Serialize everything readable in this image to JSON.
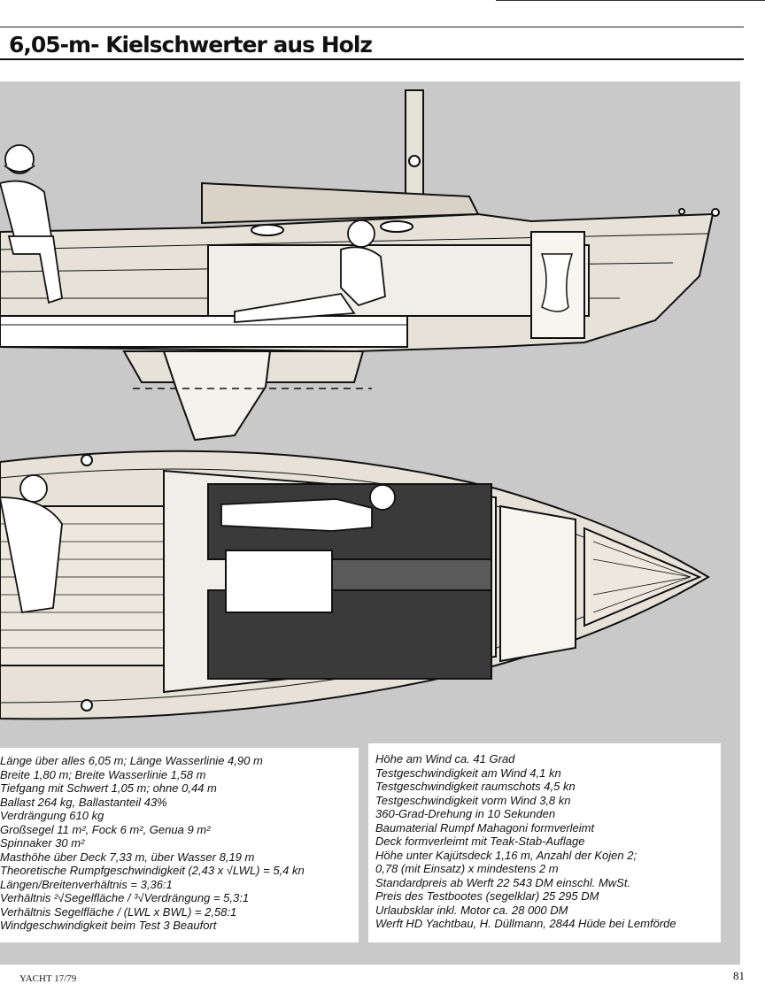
{
  "article": {
    "headline": "6,05-m- Kielschwerter aus Holz"
  },
  "specs_left": [
    "Länge über alles 6,05 m; Länge Wasserlinie 4,90 m",
    "Breite 1,80 m; Breite Wasserlinie 1,58 m",
    "Tiefgang mit Schwert 1,05 m; ohne 0,44 m",
    "Ballast 264 kg, Ballastanteil 43%",
    "Verdrängung 610 kg",
    "Großsegel 11 m², Fock 6 m², Genua 9 m²",
    "Spinnaker 30 m²",
    "Masthöhe über Deck 7,33 m, über Wasser 8,19 m",
    "Theoretische Rumpfgeschwindigkeit (2,43 x √LWL) = 5,4 kn",
    "Längen/Breitenverhältnis = 3,36:1",
    "Verhältnis ²√Segelfläche / ³√Verdrängung = 5,3:1",
    "Verhältnis Segelfläche / (LWL x BWL) = 2,58:1",
    "Windgeschwindigkeit beim Test 3 Beaufort"
  ],
  "specs_right": [
    "Höhe am Wind ca. 41 Grad",
    "Testgeschwindigkeit am Wind 4,1 kn",
    "Testgeschwindigkeit raumschots 4,5 kn",
    "Testgeschwindigkeit vorm Wind 3,8 kn",
    "360-Grad-Drehung in 10 Sekunden",
    "Baumaterial Rumpf Mahagoni formverleimt",
    "Deck formverleimt mit Teak-Stab-Auflage",
    "Höhe unter Kajütsdeck 1,16 m, Anzahl der Kojen 2;",
    "0,78 (mit Einsatz) x mindestens 2 m",
    "Standardpreis ab Werft 22 543 DM einschl. MwSt.",
    "Preis des Testbootes (segelklar) 25 295 DM",
    "Urlaubsklar inkl. Motor ca. 28 000 DM",
    "Werft HD Yachtbau, H. Düllmann, 2844 Hüde bei Lemförde"
  ],
  "footer": {
    "magazine": "YACHT 17/79",
    "page_number": "81"
  },
  "colors": {
    "background_gray": "#c9c9c9",
    "ink": "#111111",
    "hull_wood": "#e6e2d8",
    "cushion": "#3a3a3a"
  }
}
